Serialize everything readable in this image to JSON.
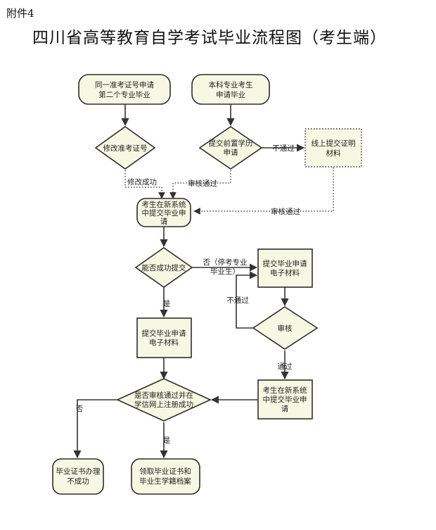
{
  "header": {
    "attachment": "附件4",
    "title": "四川省高等教育自学考试毕业流程图（考生端）"
  },
  "nodes": {
    "same_ticket": [
      "同一准考证号申请",
      "第二个专业毕业"
    ],
    "undergrad": [
      "本科专业考生",
      "申请毕业"
    ],
    "modify_ticket": [
      "修改准考证号"
    ],
    "submit_prior": [
      "提交前置学历",
      "申请"
    ],
    "offline_proof": [
      "线上提交证明",
      "材料"
    ],
    "new_system_1": [
      "考生在新系统",
      "中提交毕业申",
      "请"
    ],
    "can_submit": [
      "能否成功提交"
    ],
    "submit_materials_a": [
      "提交毕业申请",
      "电子材料"
    ],
    "submit_materials_b": [
      "提交毕业申请",
      "电子材料"
    ],
    "review": [
      "审核"
    ],
    "new_system_2": [
      "考生在新系统",
      "中提交毕业申",
      "请"
    ],
    "final_check": [
      "是否审核通过并在",
      "学信网上注册成功"
    ],
    "fail": [
      "毕业证书办理",
      "不成功"
    ],
    "receive": [
      "领取毕业证书和",
      "毕业生学籍档案"
    ]
  },
  "edges": {
    "fail_right": "不通过",
    "modify_success": "修改成功",
    "audit_pass_1": "审核通过",
    "audit_pass_2": "审核通过",
    "no_stop": [
      "否（停考专业",
      "毕业生）"
    ],
    "yes_1": "是",
    "not_pass": "不通过",
    "pass": "通过",
    "no_2": "否",
    "yes_2": "是"
  },
  "colors": {
    "node_fill": "#f6f8e3",
    "stroke": "#2d2d2d"
  }
}
